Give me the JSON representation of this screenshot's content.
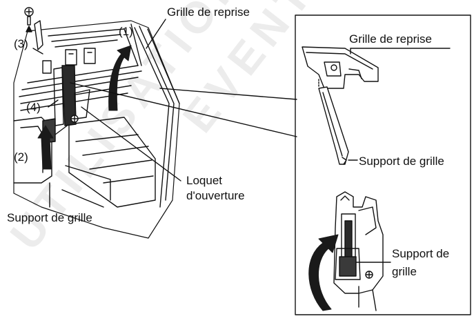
{
  "labels": {
    "grille_main": "Grille de reprise",
    "step1": "(1)",
    "step2": "(2)",
    "step3": "(3)",
    "step4": "(4)",
    "latch_line1": "Loquet",
    "latch_line2": "d'ouverture",
    "support_main": "Support de grille",
    "inset_top_grille": "Grille de reprise",
    "inset_top_support": "Support de grille",
    "inset_bottom_support_line1": "Support de",
    "inset_bottom_support_line2": "grille"
  },
  "watermark": {
    "word1": "UTILISATION",
    "word2": "EVENT"
  },
  "colors": {
    "ink": "#111111",
    "arrow_fill": "#1a1a1a",
    "watermark": "#ececec"
  }
}
